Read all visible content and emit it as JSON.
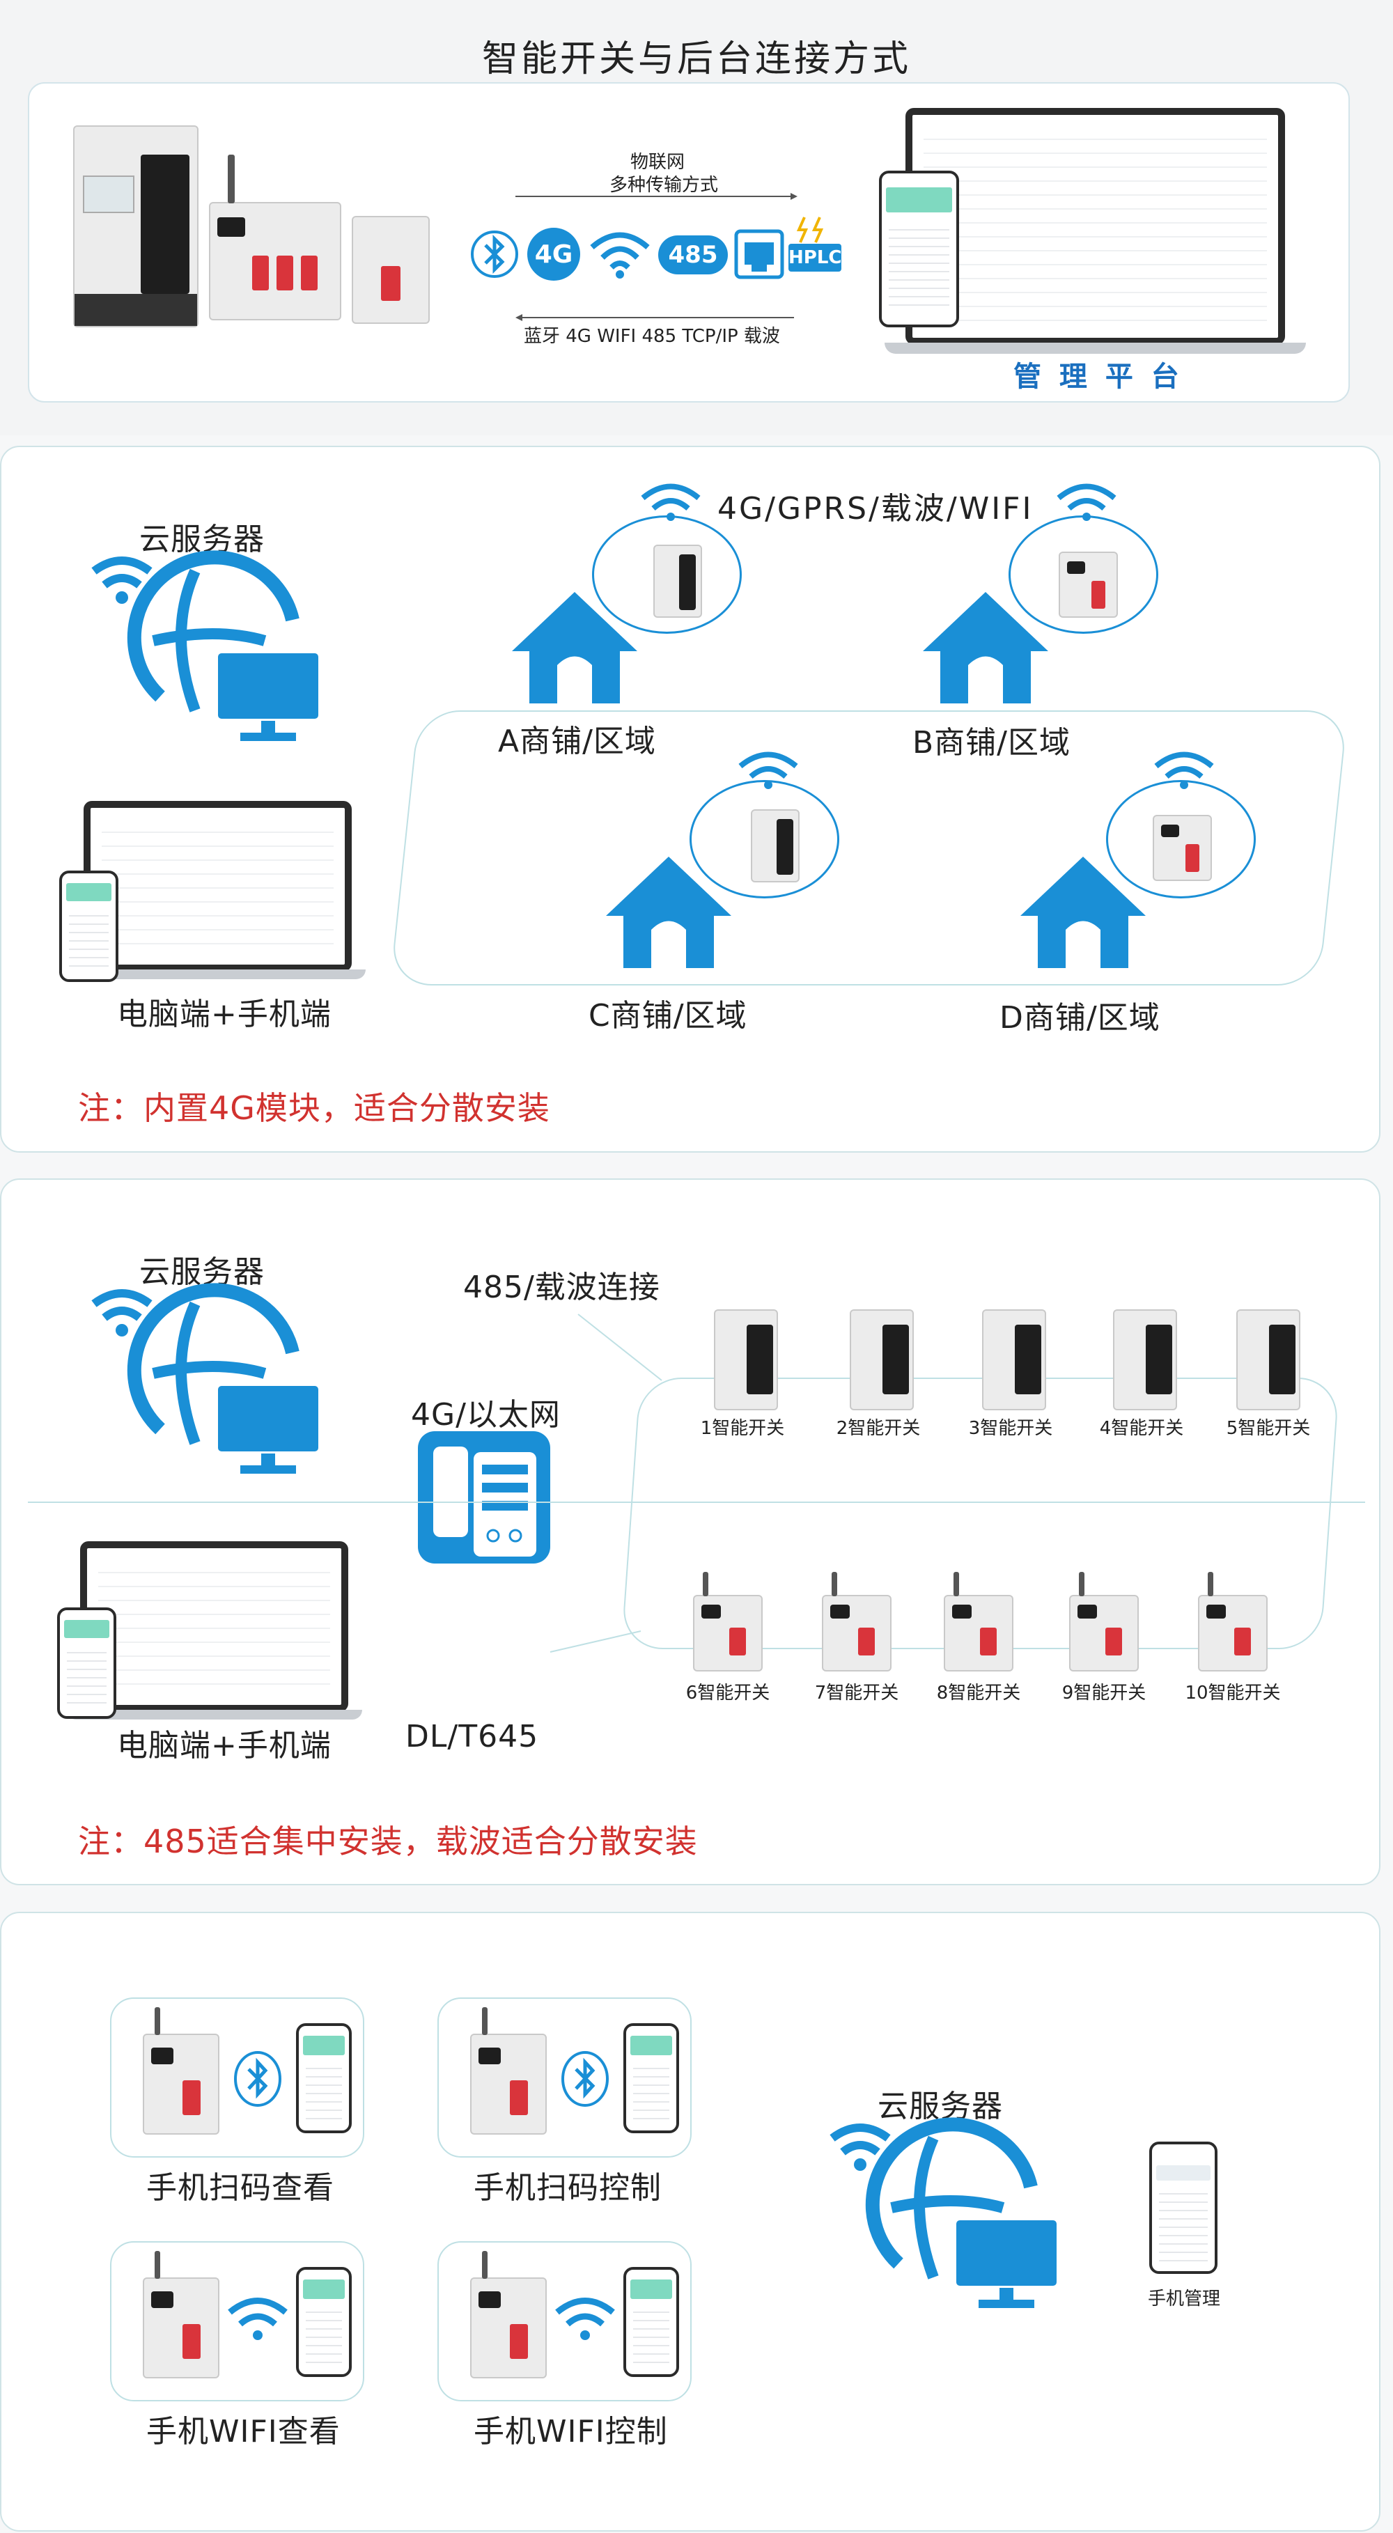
{
  "header": {
    "title": "智能开关与后台连接方式"
  },
  "section0": {
    "top_arrow_line1": "物联网",
    "top_arrow_line2": "多种传输方式",
    "protocol_4g": "4G",
    "protocol_485": "485",
    "protocol_hplc": "HPLC",
    "bottom_arrow_text": "蓝牙  4G  WIFI  485  TCP/IP  载波",
    "platform_label": "管 理 平 台"
  },
  "section1": {
    "cloud_label": "云服务器",
    "network_label": "4G/GPRS/载波/WIFI",
    "shop_a": "A商铺/区域",
    "shop_b": "B商铺/区域",
    "shop_c": "C商铺/区域",
    "shop_d": "D商铺/区域",
    "client_label": "电脑端+手机端",
    "note": "注：内置4G模块，适合分散安装"
  },
  "section2": {
    "cloud_label": "云服务器",
    "bus_label": "485/载波连接",
    "gateway_label": "4G/以太网",
    "protocol_label": "DL/T645",
    "client_label": "电脑端+手机端",
    "note": "注：485适合集中安装，载波适合分散安装",
    "switches_top": [
      "1智能开关",
      "2智能开关",
      "3智能开关",
      "4智能开关",
      "5智能开关"
    ],
    "switches_bottom": [
      "6智能开关",
      "7智能开关",
      "8智能开关",
      "9智能开关",
      "10智能开关"
    ]
  },
  "section3": {
    "card1": "手机扫码查看",
    "card2": "手机扫码控制",
    "card3": "手机WIFI查看",
    "card4": "手机WIFI控制",
    "cloud_label": "云服务器",
    "phone_label": "手机管理"
  },
  "colors": {
    "accent": "#1a8fd6",
    "note_red": "#d1322f",
    "breaker_red": "#d9343b",
    "border": "#cfe3e6"
  }
}
